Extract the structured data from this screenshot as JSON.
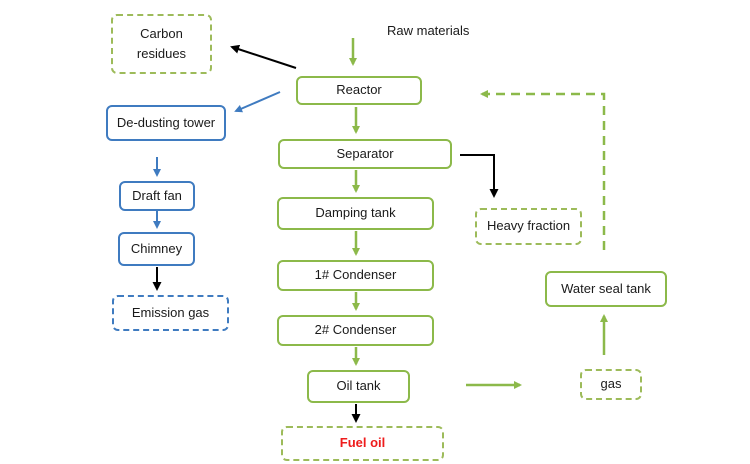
{
  "diagram": {
    "title": "Raw materials",
    "colors": {
      "green": "#8cb94a",
      "blue": "#3f7bc0",
      "black": "#000000",
      "highlight_text": "#ee1c1c"
    },
    "nodes": {
      "carbon_residues": "Carbon residues",
      "carbon_line1": "Carbon",
      "carbon_line2": "residues",
      "reactor": "Reactor",
      "dedusting_tower": "De-dusting tower",
      "separator": "Separator",
      "draft_fan": "Draft fan",
      "damping_tank": "Damping tank",
      "heavy_fraction": "Heavy fraction",
      "chimney": "Chimney",
      "condenser1": "1# Condenser",
      "water_seal_tank": "Water seal tank",
      "emission_gas": "Emission gas",
      "condenser2": "2# Condenser",
      "oil_tank": "Oil tank",
      "gas": "gas",
      "fuel_oil": "Fuel oil"
    },
    "edges": [
      {
        "from": "Raw materials",
        "to": "Reactor",
        "color": "green",
        "style": "solid"
      },
      {
        "from": "Reactor",
        "to": "Carbon residues",
        "color": "black",
        "style": "solid"
      },
      {
        "from": "Reactor",
        "to": "De-dusting tower",
        "color": "blue",
        "style": "solid"
      },
      {
        "from": "Reactor",
        "to": "Separator",
        "color": "green",
        "style": "solid"
      },
      {
        "from": "De-dusting tower",
        "to": "Draft fan",
        "color": "blue",
        "style": "solid"
      },
      {
        "from": "Draft fan",
        "to": "Chimney",
        "color": "blue",
        "style": "solid"
      },
      {
        "from": "Chimney",
        "to": "Emission gas",
        "color": "black",
        "style": "solid"
      },
      {
        "from": "Separator",
        "to": "Damping tank",
        "color": "green",
        "style": "solid"
      },
      {
        "from": "Separator",
        "to": "Heavy fraction",
        "color": "black",
        "style": "solid"
      },
      {
        "from": "Damping tank",
        "to": "1# Condenser",
        "color": "green",
        "style": "solid"
      },
      {
        "from": "1# Condenser",
        "to": "2# Condenser",
        "color": "green",
        "style": "solid"
      },
      {
        "from": "2# Condenser",
        "to": "Oil tank",
        "color": "green",
        "style": "solid"
      },
      {
        "from": "Oil tank",
        "to": "Fuel oil",
        "color": "black",
        "style": "solid"
      },
      {
        "from": "Oil tank",
        "to": "gas",
        "color": "green",
        "style": "solid"
      },
      {
        "from": "gas",
        "to": "Water seal tank",
        "color": "green",
        "style": "solid"
      },
      {
        "from": "Water seal tank",
        "to": "Reactor",
        "color": "green",
        "style": "dashed"
      }
    ]
  }
}
